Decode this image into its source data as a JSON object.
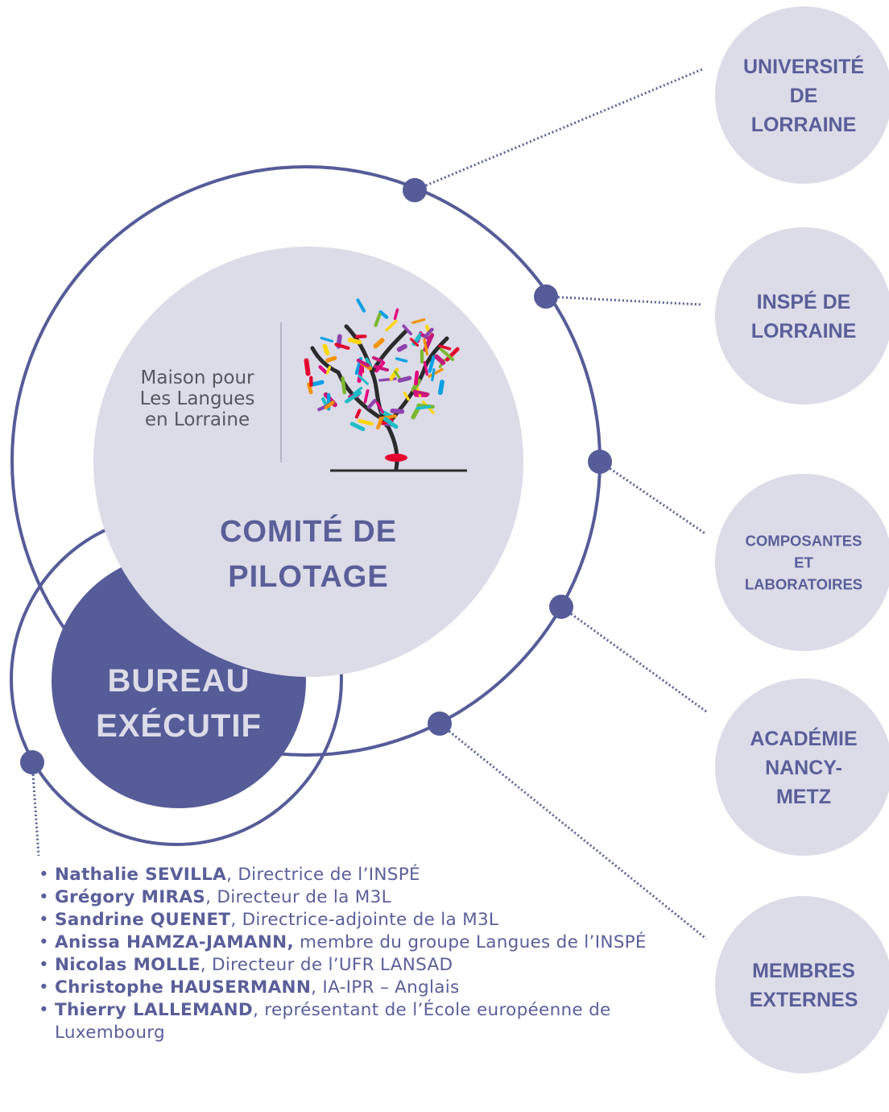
{
  "colors": {
    "navy": "#555c98",
    "light_lavender": "#dcdbe8",
    "text_navy": "#5a5f99"
  },
  "steering_committee": {
    "logo_line_1": "Maison pour",
    "logo_line_2": "Les Langues",
    "logo_line_3": "en Lorraine",
    "logo_icon": "colorful-tree-icon",
    "title_line_1": "COMITÉ DE",
    "title_line_2": "PILOTAGE"
  },
  "executive_bureau": {
    "line_1": "BUREAU",
    "line_2": "EXÉCUTIF"
  },
  "partners": [
    {
      "lines": [
        "UNIVERSITÉ",
        "DE",
        "LORRAINE"
      ]
    },
    {
      "lines": [
        "INSPÉ DE",
        "LORRAINE"
      ]
    },
    {
      "lines": [
        "COMPOSANTES",
        "ET",
        "LABORATOIRES"
      ]
    },
    {
      "lines": [
        "ACADÉMIE",
        "NANCY-",
        "METZ"
      ]
    },
    {
      "lines": [
        "MEMBRES",
        "EXTERNES"
      ]
    }
  ],
  "members": [
    {
      "name": "Nathalie SEVILLA",
      "role": ", Directrice de l’INSPÉ"
    },
    {
      "name": "Grégory MIRAS",
      "role": ", Directeur de la M3L"
    },
    {
      "name": "Sandrine QUENET",
      "role": ", Directrice-adjointe de la M3L"
    },
    {
      "name": "Anissa HAMZA-JAMANN,",
      "role": " membre du groupe Langues de l’INSPÉ"
    },
    {
      "name": "Nicolas MOLLE",
      "role": ", Directeur de l’UFR LANSAD"
    },
    {
      "name": "Christophe HAUSERMANN",
      "role": ", IA-IPR – Anglais"
    },
    {
      "name": "Thierry LALLEMAND",
      "role": ", représentant de l’École européenne de Luxembourg"
    }
  ]
}
